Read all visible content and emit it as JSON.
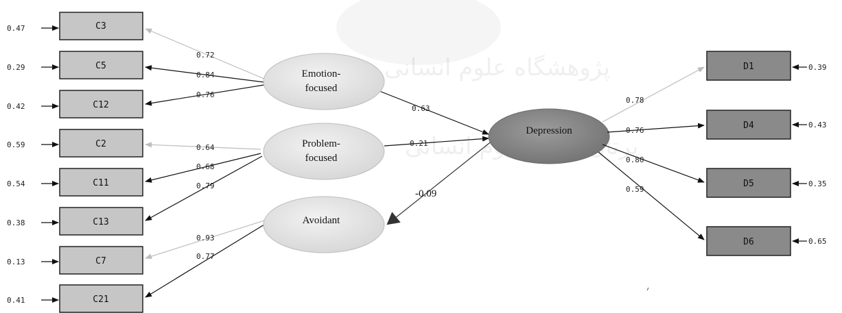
{
  "indicators_left": [
    {
      "label": "C3",
      "error": "0.47"
    },
    {
      "label": "C5",
      "error": "0.29"
    },
    {
      "label": "C12",
      "error": "0.42"
    },
    {
      "label": "C2",
      "error": "0.59"
    },
    {
      "label": "C11",
      "error": "0.54"
    },
    {
      "label": "C13",
      "error": "0.38"
    },
    {
      "label": "C7",
      "error": "0.13"
    },
    {
      "label": "C21",
      "error": "0.41"
    }
  ],
  "latents": {
    "emotion": {
      "line1": "Emotion-",
      "line2": "focused"
    },
    "problem": {
      "line1": "Problem-",
      "line2": "focused"
    },
    "avoidant": {
      "line1": "Avoidant"
    },
    "depression": {
      "line1": "Depression"
    }
  },
  "loadings_left": {
    "c3": "0.72",
    "c5": "0.84",
    "c12": "0.76",
    "c2": "0.64",
    "c11": "0.68",
    "c13": "0.79",
    "c7": "0.93",
    "c21": "0.77"
  },
  "paths": {
    "emotion_to_depression": "0.63",
    "problem_to_depression": "0.21",
    "depression_to_avoidant": "-0.09"
  },
  "indicators_right": [
    {
      "label": "D1",
      "loading": "0.78",
      "error": "0.39"
    },
    {
      "label": "D4",
      "loading": "0.76",
      "error": "0.43"
    },
    {
      "label": "D5",
      "loading": "0.80",
      "error": "0.35"
    },
    {
      "label": "D6",
      "loading": "0.59",
      "error": "0.65"
    }
  ],
  "colors": {
    "left_box": "#c6c6c6",
    "right_box": "#8a8a8a",
    "ellipse": "#e6e6e6",
    "depression_ellipse": "#8c8c8c",
    "arrow_dark": "#111111",
    "arrow_light": "#bdbdbd"
  }
}
